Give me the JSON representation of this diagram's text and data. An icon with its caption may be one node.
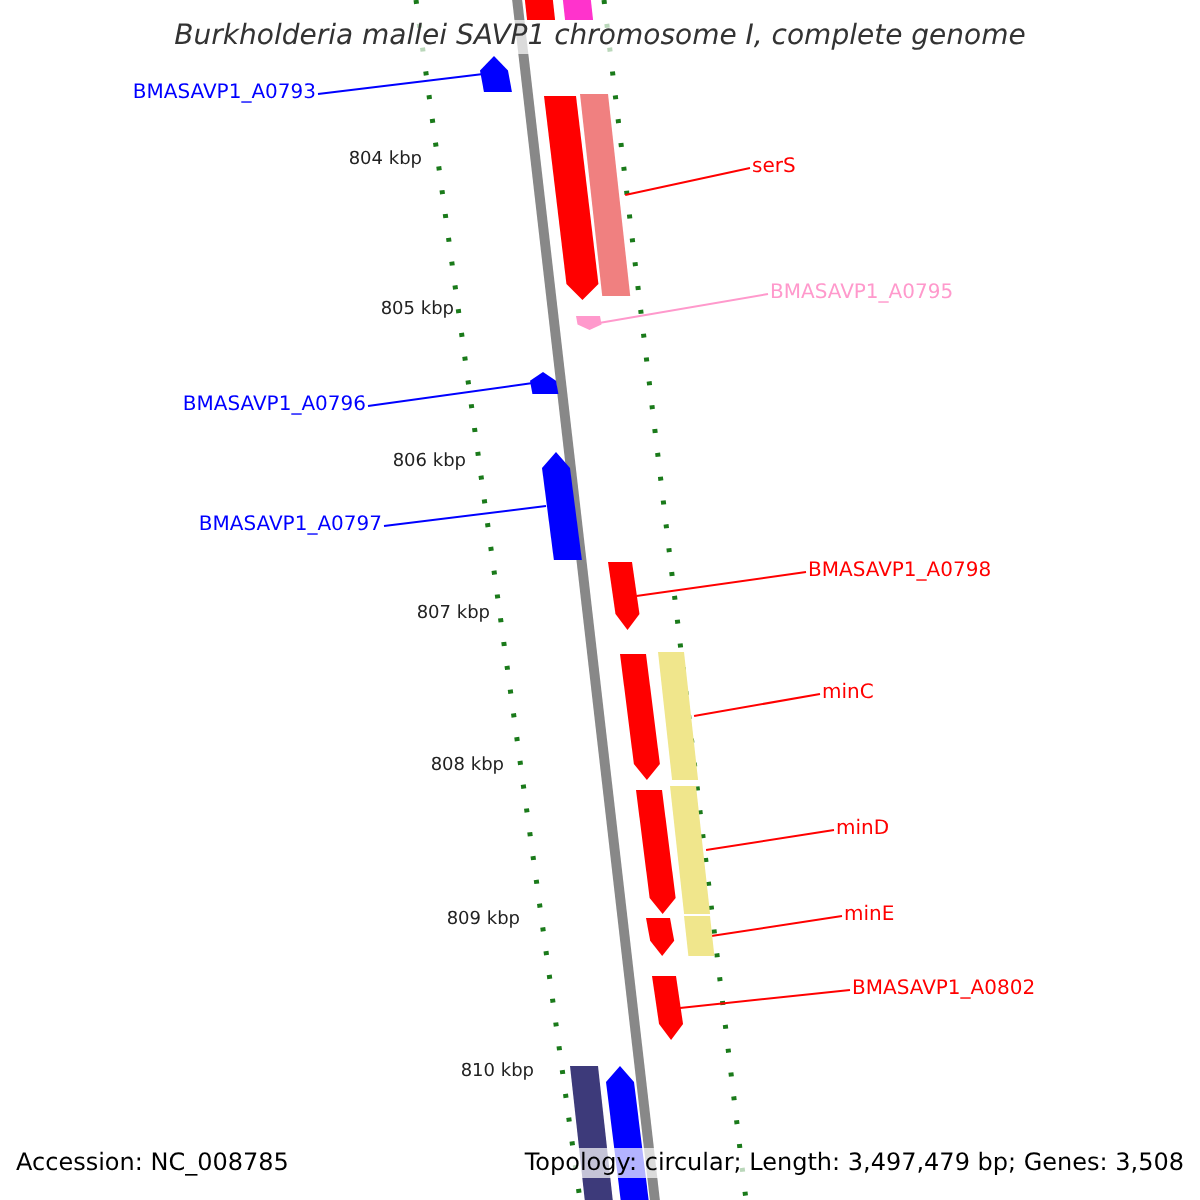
{
  "diagram": {
    "title": "Burkholderia mallei SAVP1 chromosome I, complete genome",
    "nodes": [
      {
        "text": [],
        "shape": "bar"
      },
      {
        "text": [],
        "shape": "bar"
      },
      {
        "text": [
          "BMASAVP1_A0793"
        ]
      },
      {
        "text": [],
        "shape": "arrow"
      },
      {
        "text": [],
        "shape": "arrow"
      },
      {
        "text": [],
        "shape": "bar"
      },
      {
        "text": [
          "serS"
        ]
      },
      {
        "text": [
          "BMASAVP1_A0795"
        ]
      },
      {
        "text": [],
        "shape": "arrow"
      },
      {
        "text": [
          "BMASAVP1_A0796"
        ]
      },
      {
        "text": [],
        "shape": "arrow"
      },
      {
        "text": [
          "BMASAVP1_A0797"
        ]
      },
      {
        "text": [],
        "shape": "arrow"
      },
      {
        "text": [],
        "shape": "arrow"
      },
      {
        "text": [
          "BMASAVP1_A0798"
        ]
      },
      {
        "text": [],
        "shape": "arrow"
      },
      {
        "text": [],
        "shape": "bar"
      },
      {
        "text": [
          "minC"
        ]
      },
      {
        "text": [],
        "shape": "arrow"
      },
      {
        "text": [],
        "shape": "bar"
      },
      {
        "text": [
          "minD"
        ]
      },
      {
        "text": [],
        "shape": "arrow"
      },
      {
        "text": [],
        "shape": "bar"
      },
      {
        "text": [
          "minE"
        ]
      },
      {
        "text": [],
        "shape": "arrow"
      },
      {
        "text": [
          "BMASAVP1_A0802"
        ]
      },
      {
        "text": [],
        "shape": "bar"
      },
      {
        "text": [],
        "shape": "arrow"
      }
    ],
    "edges": [
      {
        "from": 2,
        "to": 3,
        "arrow": "none",
        "color": "#0000ff"
      },
      {
        "from": 6,
        "to": 5,
        "arrow": "none"
      },
      {
        "from": 7,
        "to": 8,
        "arrow": "none",
        "color": "#ff99cc"
      },
      {
        "from": 9,
        "to": 10,
        "arrow": "none",
        "color": "#0000ff"
      },
      {
        "from": 11,
        "to": 12,
        "arrow": "none",
        "color": "#0000ff"
      },
      {
        "from": 14,
        "to": 13,
        "arrow": "none"
      },
      {
        "from": 17,
        "to": 16,
        "arrow": "none"
      },
      {
        "from": 20,
        "to": 19,
        "arrow": "none"
      },
      {
        "from": 23,
        "to": 22,
        "arrow": "none"
      },
      {
        "from": 25,
        "to": 24,
        "arrow": "none"
      }
    ],
    "labels": [
      "804 kbp",
      "805 kbp",
      "806 kbp",
      "807 kbp",
      "808 kbp",
      "809 kbp",
      "810 kbp",
      "Accession: NC_008785",
      "Topology: circular; Length: 3,497,479 bp; Genes: 3,508"
    ]
  }
}
